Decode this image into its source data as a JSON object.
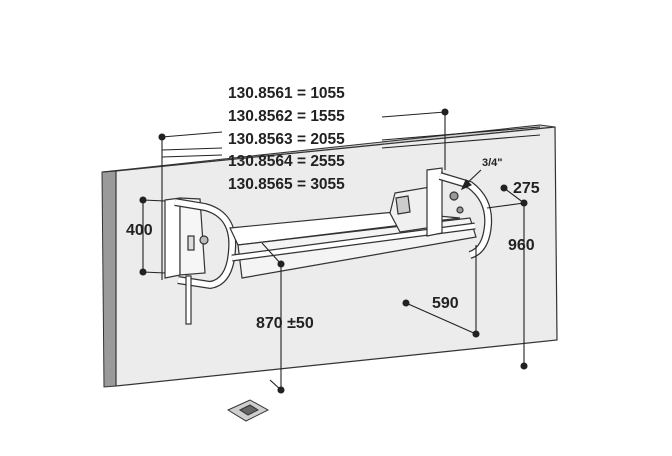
{
  "models": [
    {
      "label": "130.8561 = 1055"
    },
    {
      "label": "130.8562 = 1555"
    },
    {
      "label": "130.8563 = 2055"
    },
    {
      "label": "130.8564 = 2555"
    },
    {
      "label": "130.8565 = 3055"
    }
  ],
  "dimensions": {
    "bracket_height": "400",
    "mount_height": "960",
    "depth": "275",
    "projection": "590",
    "rail_height": "870 ±50",
    "pipe_size": "3/4\""
  },
  "colors": {
    "line": "#222222",
    "wall_side": "#9a9a9a",
    "wall_face": "#ececec"
  }
}
